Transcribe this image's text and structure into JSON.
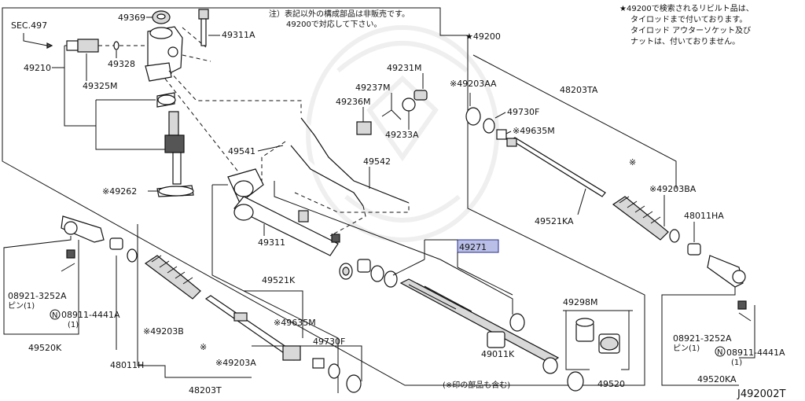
{
  "diagram": {
    "code": "J492002T",
    "notes": {
      "top_center_line1": "注）表記以外の構成部品は非販売です。",
      "top_center_line2": "49200で対応して下さい。",
      "top_right_line1": "★49200で検索されるリビルト品は、",
      "top_right_line2": "タイロッドまで付いております。",
      "top_right_line3": "タイロッド アウターソケット及び",
      "top_right_line4": "ナットは、付いておりません。"
    },
    "labels": {
      "sec497": "SEC.497",
      "p49369": "49369",
      "p49311A": "49311A",
      "p49328": "49328",
      "p49210": "49210",
      "p49325M": "49325M",
      "p49231M": "49231M",
      "p49237M": "49237M",
      "p49236M": "49236M",
      "p49233A": "49233A",
      "p49541": "49541",
      "p49542": "49542",
      "p49262": "※49262",
      "p49311": "49311",
      "p49200": "★49200",
      "p49203AA": "※49203AA",
      "p48203TA": "48203TA",
      "p49730F_r": "49730F",
      "p49635M_r": "※49635M",
      "asterisk_r": "※",
      "p49203BA": "※49203BA",
      "p48011HA": "48011HA",
      "p49521KA": "49521KA",
      "p49271": "49271",
      "p49298M": "49298M",
      "p49520": "49520",
      "p49011K": "49011K",
      "p49011K_sub": "(※印の部品も含む)",
      "p49521K": "49521K",
      "p49635M_l": "※49635M",
      "p49730F_l": "49730F",
      "p49203B": "※49203B",
      "asterisk_l": "※",
      "p49203A": "※49203A",
      "p48203T": "48203T",
      "p48011H": "48011H",
      "pin_l_1": "08921-3252A",
      "pin_l_2": "ピン(1)",
      "nut_l_1": "08911-4441A",
      "nut_l_2": "(1)",
      "p49520K": "49520K",
      "pin_r_1": "08921-3252A",
      "pin_r_2": "ピン(1)",
      "nut_r_1": "08911-4441A",
      "nut_r_2": "(1)",
      "p49520KA": "49520KA",
      "circle_n": "N"
    },
    "highlight_color": "#b9bfe6"
  }
}
